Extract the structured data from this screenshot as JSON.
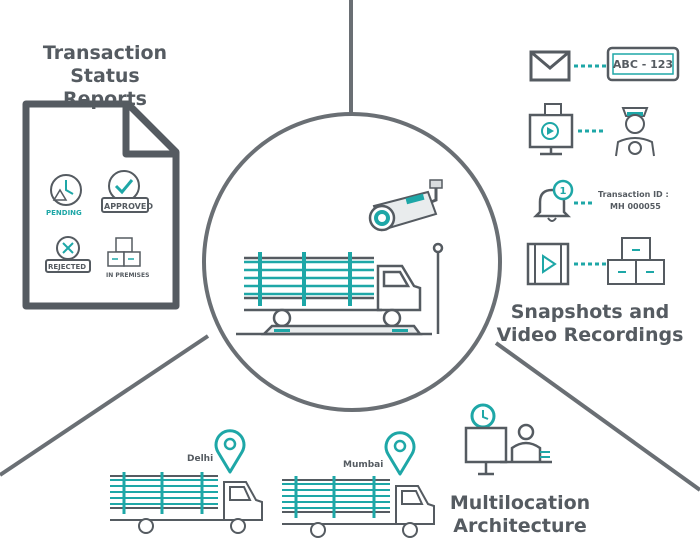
{
  "colors": {
    "teal": "#1ea7a7",
    "gray": "#555b61",
    "light": "#c8cccf"
  },
  "titles": {
    "status_line1": "Transaction",
    "status_line2": "Status Reports",
    "snap_line1": "Snapshots and",
    "snap_line2": "Video Recordings",
    "multi_line1": "Multilocation",
    "multi_line2": "Architecture"
  },
  "status": {
    "pending": "PENDING",
    "approved": "APPROVED",
    "rejected": "REJECTED",
    "in_premises": "IN PREMISES"
  },
  "plate": "ABC - 123",
  "notification": {
    "line1": "Transaction ID :",
    "line2": "MH 000055"
  },
  "locations": {
    "a": "Delhi",
    "b": "Mumbai"
  },
  "icons": [
    "document-icon",
    "clock-icon",
    "approved-stamp-icon",
    "rejected-stamp-icon",
    "boxes-icon",
    "envelope-icon",
    "license-plate-icon",
    "monitor-video-icon",
    "driver-icon",
    "bell-icon",
    "film-icon",
    "cctv-camera-icon",
    "truck-icon",
    "weighbridge-icon",
    "location-pin-icon",
    "operator-desk-icon"
  ]
}
